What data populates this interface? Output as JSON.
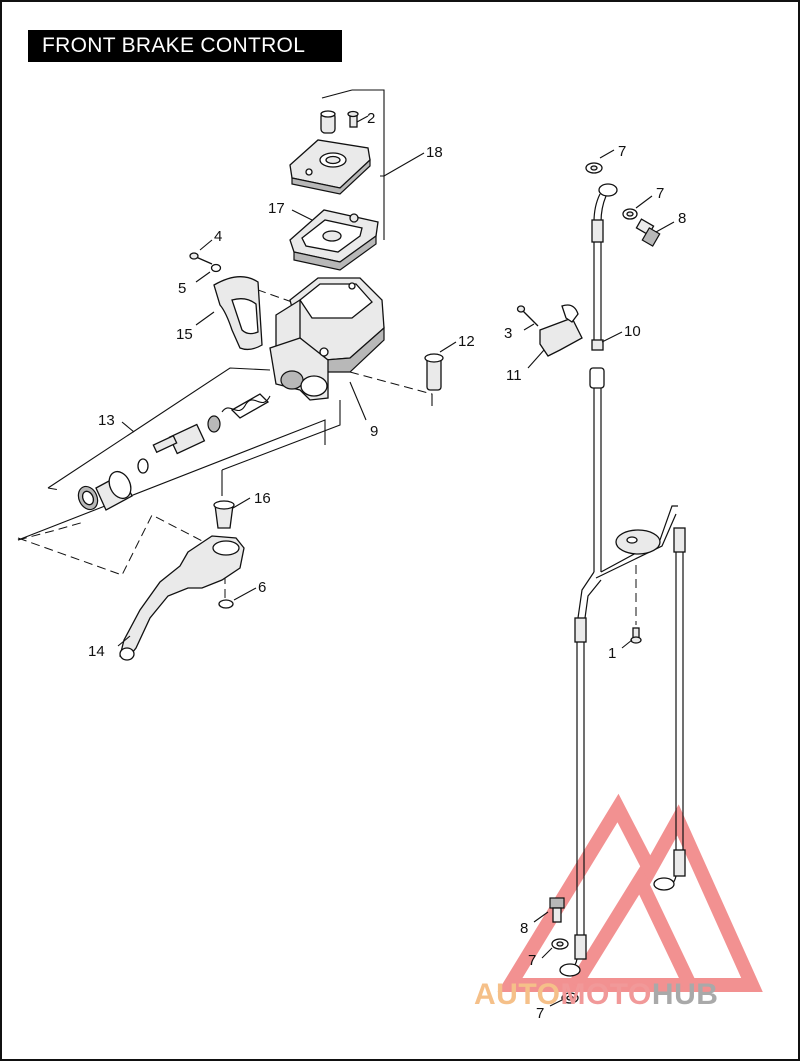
{
  "title": "FRONT BRAKE CONTROL",
  "callouts": [
    {
      "id": "c1",
      "label": "1"
    },
    {
      "id": "c2",
      "label": "2"
    },
    {
      "id": "c3",
      "label": "3"
    },
    {
      "id": "c4",
      "label": "4"
    },
    {
      "id": "c5",
      "label": "5"
    },
    {
      "id": "c6",
      "label": "6"
    },
    {
      "id": "c7a",
      "label": "7"
    },
    {
      "id": "c7b",
      "label": "7"
    },
    {
      "id": "c7c",
      "label": "7"
    },
    {
      "id": "c7d",
      "label": "7"
    },
    {
      "id": "c8a",
      "label": "8"
    },
    {
      "id": "c8b",
      "label": "8"
    },
    {
      "id": "c9",
      "label": "9"
    },
    {
      "id": "c10",
      "label": "10"
    },
    {
      "id": "c11",
      "label": "11"
    },
    {
      "id": "c12",
      "label": "12"
    },
    {
      "id": "c13",
      "label": "13"
    },
    {
      "id": "c14",
      "label": "14"
    },
    {
      "id": "c15",
      "label": "15"
    },
    {
      "id": "c16",
      "label": "16"
    },
    {
      "id": "c17",
      "label": "17"
    },
    {
      "id": "c18",
      "label": "18"
    }
  ],
  "watermark": {
    "part1": "AUTO",
    "part2": "MOTO",
    "part3": "HUB",
    "color1": "#f5c089",
    "color2": "#f19999",
    "color3": "#a9a9a9",
    "logo_color": "#ee6d6d"
  }
}
